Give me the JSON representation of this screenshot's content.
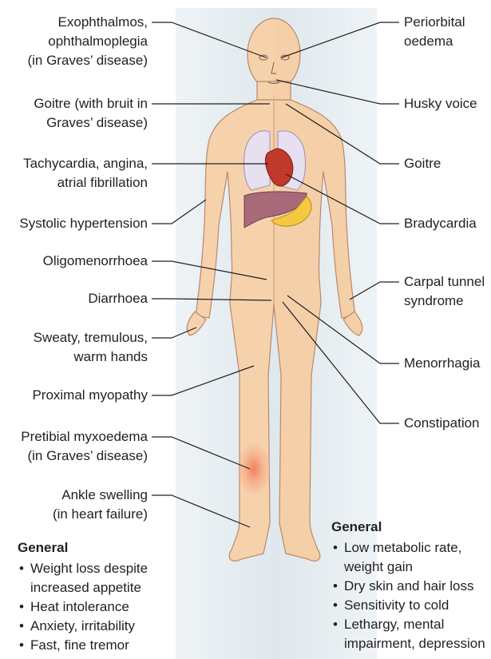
{
  "labels_left": {
    "exophthalmos": [
      "Exophthalmos,",
      "ophthalmoplegia",
      "(in Graves’ disease)"
    ],
    "goitre_bruit": [
      "Goitre (with bruit in",
      "Graves’ disease)"
    ],
    "tachycardia": [
      "Tachycardia, angina,",
      "atrial fibrillation"
    ],
    "hypertension": [
      "Systolic hypertension"
    ],
    "oligomenorrhoea": [
      "Oligomenorrhoea"
    ],
    "diarrhoea": [
      "Diarrhoea"
    ],
    "sweaty_hands": [
      "Sweaty, tremulous,",
      "warm hands"
    ],
    "myopathy": [
      "Proximal myopathy"
    ],
    "myxoedema": [
      "Pretibial myxoedema",
      "(in Graves’ disease)"
    ],
    "ankle": [
      "Ankle swelling",
      "(in heart failure)"
    ]
  },
  "labels_right": {
    "periorbital": [
      "Periorbital",
      "oedema"
    ],
    "husky": [
      "Husky voice"
    ],
    "goitre": [
      "Goitre"
    ],
    "bradycardia": [
      "Bradycardia"
    ],
    "carpal": [
      "Carpal tunnel",
      "syndrome"
    ],
    "menorrhagia": [
      "Menorrhagia"
    ],
    "constipation": [
      "Constipation"
    ]
  },
  "general_left": {
    "title": "General",
    "items": [
      [
        "Weight loss despite",
        "increased appetite"
      ],
      [
        "Heat intolerance"
      ],
      [
        "Anxiety, irritability"
      ],
      [
        "Fast, fine tremor"
      ]
    ]
  },
  "general_right": {
    "title": "General",
    "items": [
      [
        "Low metabolic rate,",
        "weight gain"
      ],
      [
        "Dry skin and hair loss"
      ],
      [
        "Sensitivity to cold"
      ],
      [
        "Lethargy, mental",
        "impairment, depression"
      ]
    ]
  },
  "colors": {
    "background_panel": "#dfe8ed",
    "skin_left": "#f6d2ac",
    "skin_right": "#f4cfa8",
    "skin_outline": "#b8896a",
    "lungs": "#e6e0f0",
    "heart": "#c0392b",
    "liver": "#a86a78",
    "stomach": "#f5c842",
    "pretibial_patch": "#f08a6a",
    "leader_line": "#231f20"
  }
}
